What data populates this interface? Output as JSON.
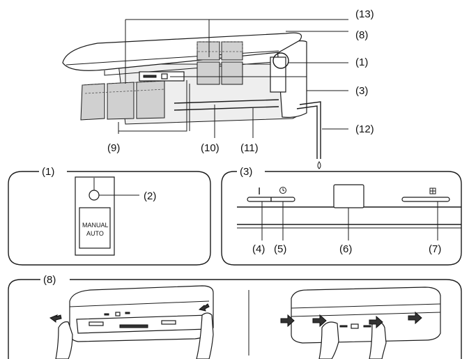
{
  "callouts": {
    "c1": "(1)",
    "c2": "(2)",
    "c3": "(3)",
    "c4": "(4)",
    "c5": "(5)",
    "c6": "(6)",
    "c7": "(7)",
    "c8": "(8)",
    "c9": "(9)",
    "c10": "(10)",
    "c11": "(11)",
    "c12": "(12)",
    "c13": "(13)"
  },
  "panel1": {
    "switch_line1": "MANUAL",
    "switch_line2": "AUTO"
  },
  "panel3": {
    "indicator_power": "I"
  },
  "icons": {
    "timer": "timer-clock-icon",
    "fan": "fan-grid-icon",
    "arrow": "push-arrow-icon",
    "drop": "water-drop-icon"
  }
}
